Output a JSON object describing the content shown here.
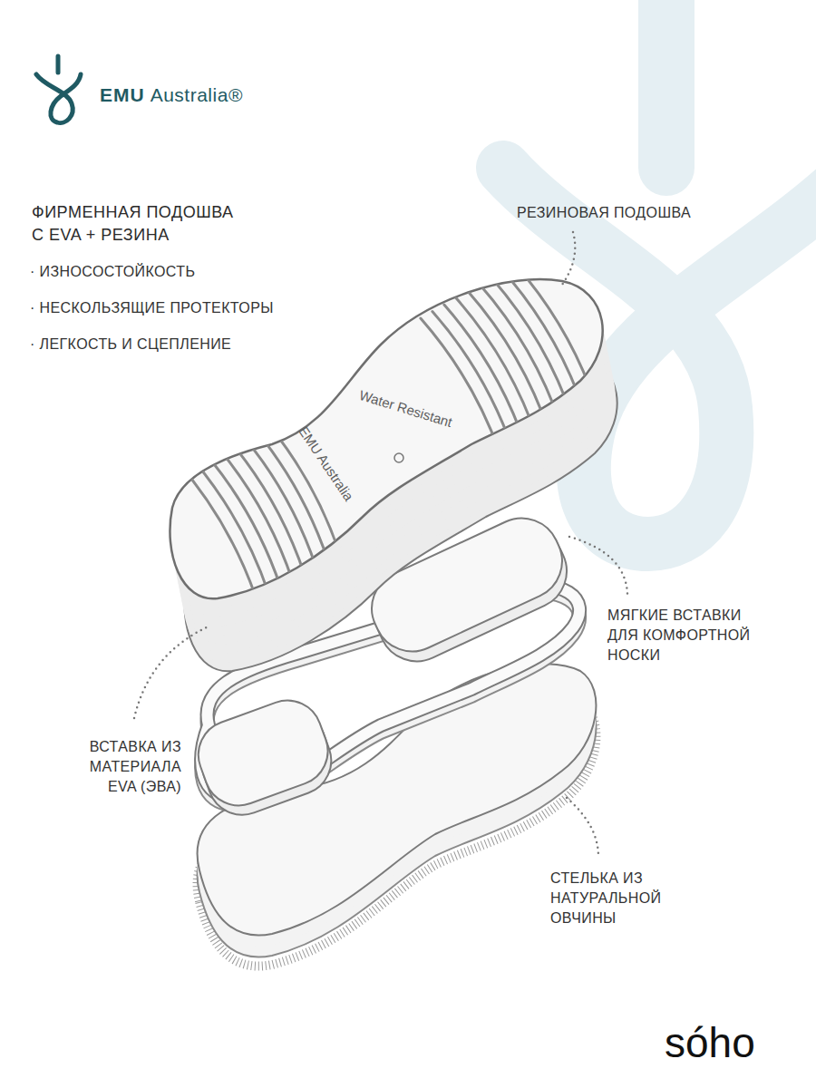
{
  "diagram": {
    "title": "ФИРМЕННАЯ ПОДОШВА С EVA + РЕЗИНА",
    "labels": [
      "EMU",
      "Australia®",
      "· ИЗНОСОСТОЙКОСТЬ",
      "· НЕСКОЛЬЗЯЩИЕ ПРОТЕКТОРЫ",
      "· ЛЕГКОСТЬ И СЦЕПЛЕНИЕ",
      "РЕЗИНОВАЯ ПОДОШВА",
      "Water Resistant",
      "EMU Australia",
      "МЯГКИЕ ВСТАВКИ ДЛЯ КОМФОРТНОЙ НОСКИ",
      "ВСТАВКА ИЗ МАТЕРИАЛА EVA (ЭВА)",
      "СТЕЛЬКА ИЗ НАТУРАЛЬНОЙ ОВЧИНЫ",
      "sóho"
    ]
  }
}
